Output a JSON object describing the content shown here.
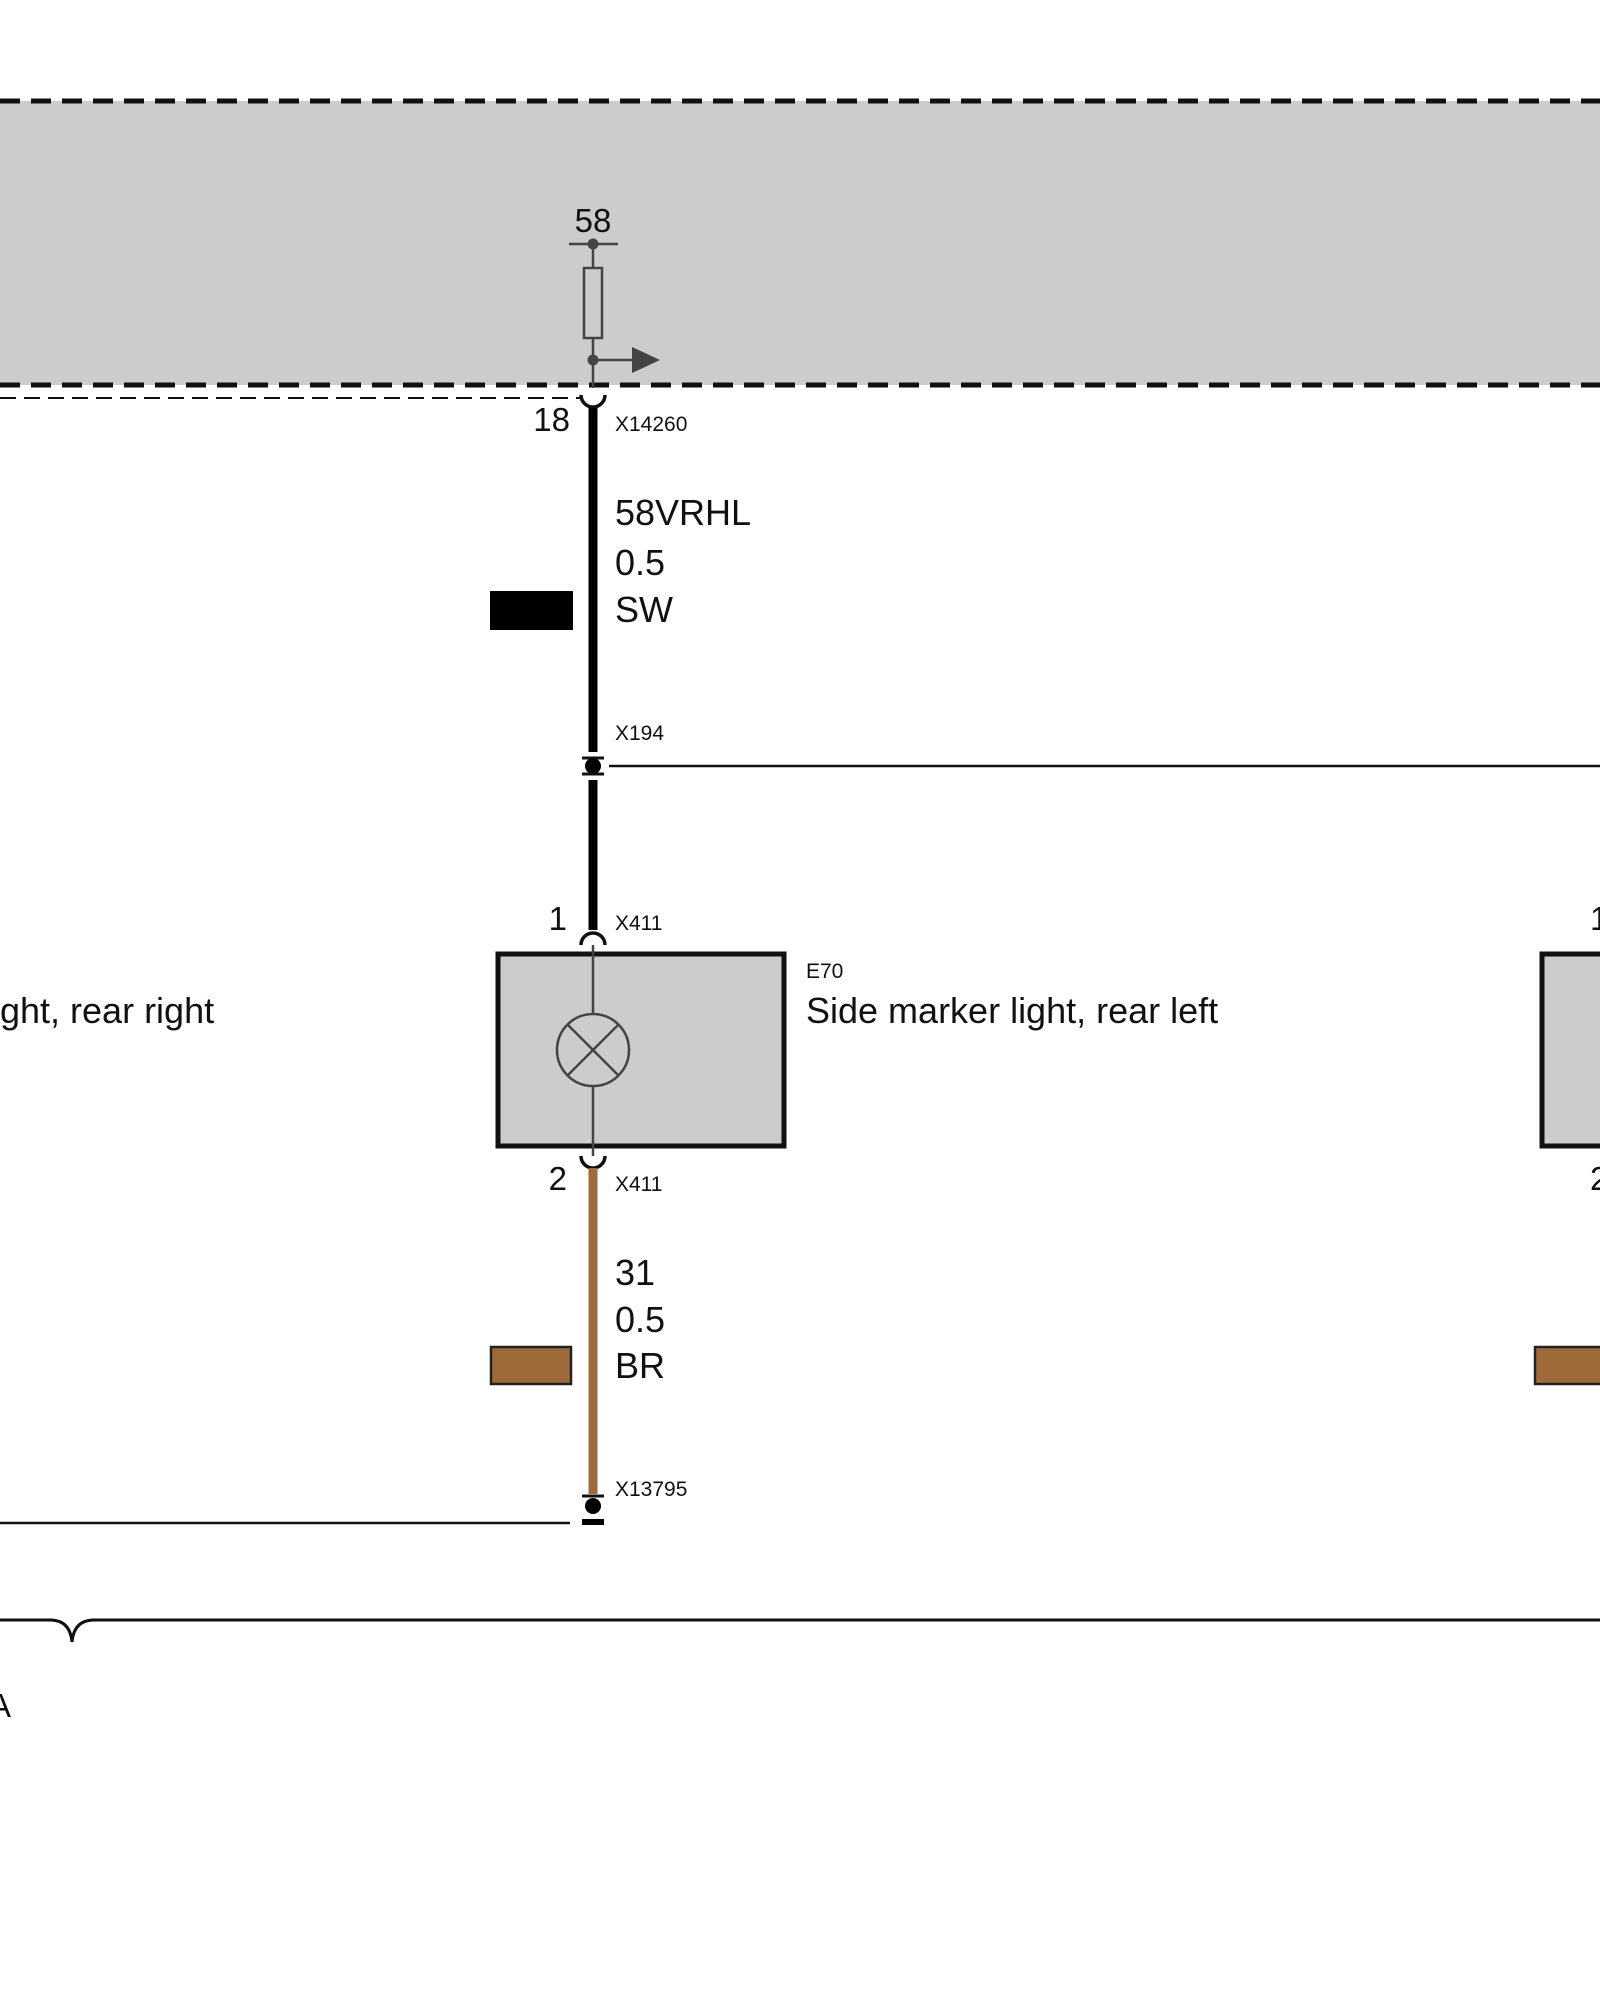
{
  "colors": {
    "module_fill": "#cccccc",
    "wire_black": "#000000",
    "wire_brown": "#9e6a3a",
    "line": "#111111",
    "component_stroke": "#444444"
  },
  "control_unit": {
    "pin_label": "58",
    "output_pin": "18",
    "connector": "X14260"
  },
  "wire_top": {
    "signal": "58VRHL",
    "cross_section": "0.5",
    "color_code": "SW"
  },
  "splice": {
    "connector": "X194"
  },
  "lamp": {
    "id": "E70",
    "name": "Side marker light, rear left",
    "icon": "lamp-icon",
    "pin_in": "1",
    "pin_out": "2",
    "connector_in": "X411",
    "connector_out": "X411"
  },
  "neighbor_lamp": {
    "name_fragment": "ght, rear right",
    "pin_in_fragment": "1",
    "pin_out_fragment": "2"
  },
  "wire_bottom": {
    "signal": "31",
    "cross_section": "0.5",
    "color_code": "BR"
  },
  "ground": {
    "connector": "X13795",
    "icon": "ground-icon"
  },
  "bracket": {
    "label_fragment": "A"
  }
}
